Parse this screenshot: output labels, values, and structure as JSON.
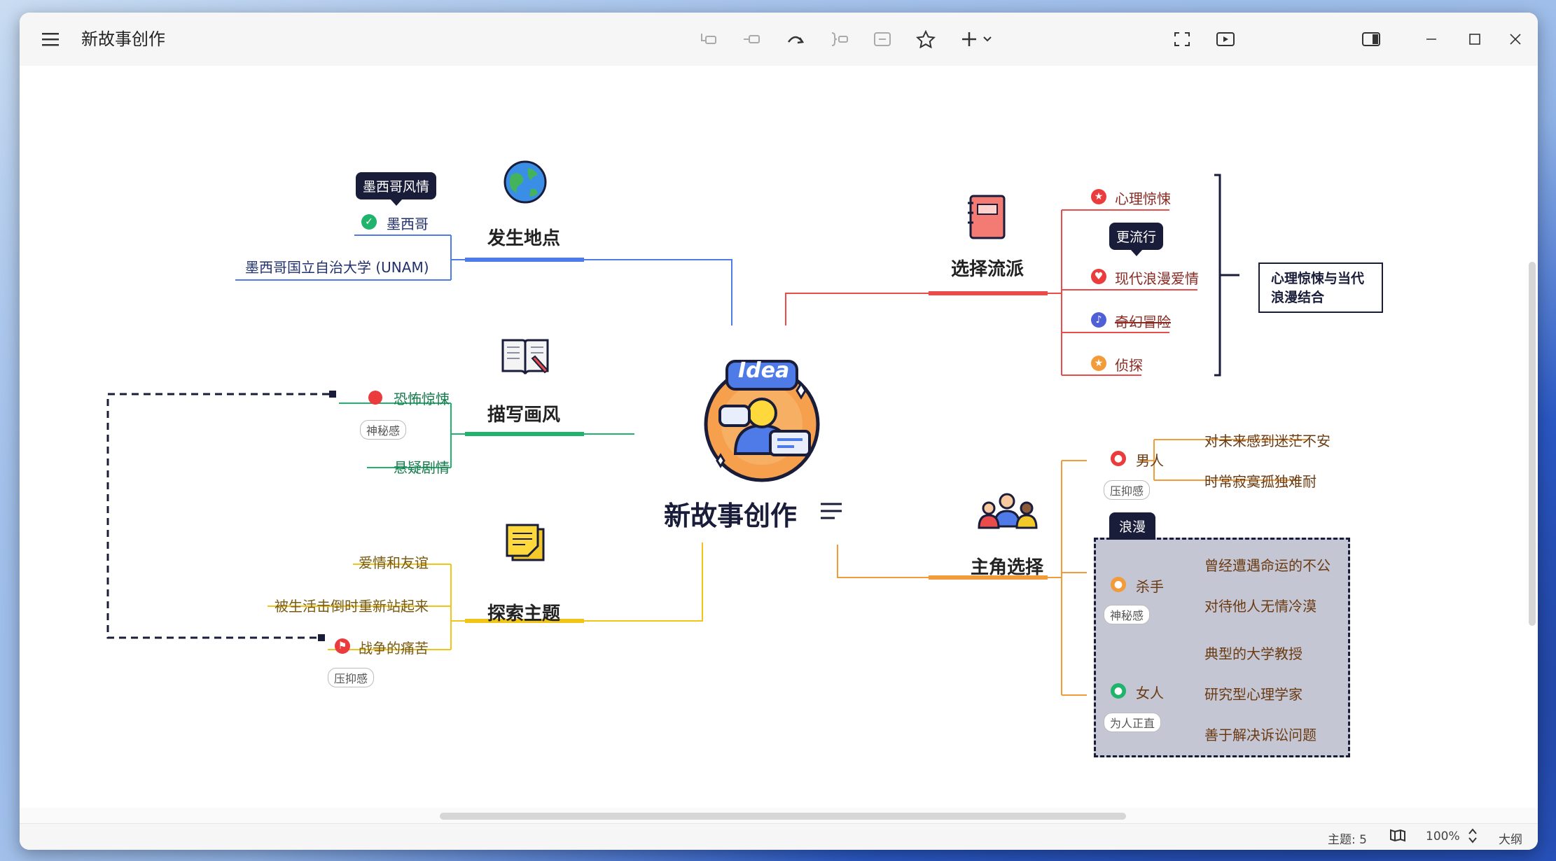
{
  "window": {
    "title": "新故事创作"
  },
  "toolbar": {
    "icons": [
      "sibling-topic-icon",
      "subtopic-icon",
      "relationship-icon",
      "summary-icon",
      "boundary-icon",
      "marker-icon",
      "insert-icon",
      "chevron-down-icon"
    ],
    "right_icons": [
      "fullscreen-icon",
      "presentation-icon",
      "sidebar-toggle-icon",
      "minimize-icon",
      "maximize-icon",
      "close-icon"
    ]
  },
  "map": {
    "central": {
      "label": "新故事创作",
      "image": "idea"
    },
    "branches": {
      "location": {
        "label": "发生地点",
        "color": "#4f7be8",
        "icon": "globe-icon",
        "items": [
          {
            "label": "墨西哥",
            "marker": "check",
            "callout": "墨西哥风情"
          },
          {
            "label": "墨西哥国立自治大学 (UNAM)"
          }
        ]
      },
      "style": {
        "label": "描写画风",
        "color": "#1fb36b",
        "icon": "book-icon",
        "items": [
          {
            "label": "恐怖惊悚",
            "marker": "red-dot",
            "tag": "神秘感"
          },
          {
            "label": "悬疑剧情"
          }
        ]
      },
      "theme": {
        "label": "探索主题",
        "color": "#f0c419",
        "icon": "sticky-note-icon",
        "items": [
          {
            "label": "爱情和友谊"
          },
          {
            "label": "被生活击倒时重新站起来"
          },
          {
            "label": "战争的痛苦",
            "marker": "red-flag",
            "tag": "压抑感"
          }
        ]
      },
      "genre": {
        "label": "选择流派",
        "color": "#ea4b4b",
        "icon": "notebook-icon",
        "items": [
          {
            "label": "心理惊悚",
            "marker": "star-red"
          },
          {
            "label": "现代浪漫爱情",
            "marker": "heart-red",
            "callout": "更流行"
          },
          {
            "label": "奇幻冒险",
            "marker": "music-blue",
            "strike": true
          },
          {
            "label": "侦探",
            "marker": "star-orange"
          }
        ],
        "summary": "心理惊悚与当代浪漫结合"
      },
      "characters": {
        "label": "主角选择",
        "color": "#f29b3b",
        "icon": "people-icon",
        "items": [
          {
            "label": "男人",
            "marker": "person-red",
            "tag": "压抑感",
            "children": [
              "对未来感到迷茫不安",
              "时常寂寞孤独难耐"
            ]
          },
          {
            "label": "杀手",
            "marker": "person-orange",
            "tag": "神秘感",
            "children": [
              "曾经遭遇命运的不公",
              "对待他人无情冷漠"
            ]
          },
          {
            "label": "女人",
            "marker": "person-green",
            "tag": "为人正直",
            "children": [
              "典型的大学教授",
              "研究型心理学家",
              "善于解决诉讼问题"
            ]
          }
        ],
        "boundary": "浪漫"
      }
    }
  },
  "status": {
    "topics": "主题: 5",
    "zoom": "100%",
    "outline": "大纲"
  }
}
